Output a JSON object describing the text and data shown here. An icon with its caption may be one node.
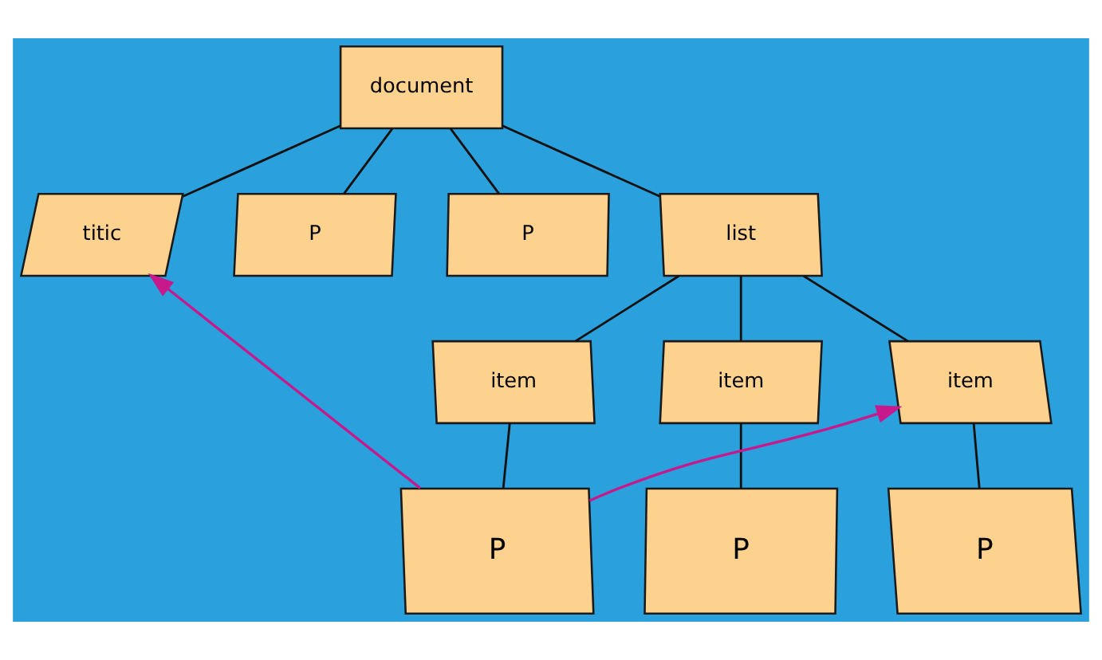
{
  "diagram": {
    "nodes": [
      {
        "text": [
          "document"
        ]
      },
      {
        "text": [
          "titic"
        ]
      },
      {
        "text": [
          "P"
        ]
      },
      {
        "text": [
          "P"
        ]
      },
      {
        "text": [
          "list"
        ]
      },
      {
        "text": [
          "item"
        ]
      },
      {
        "text": [
          "item"
        ]
      },
      {
        "text": [
          "item"
        ]
      },
      {
        "text": [
          "P"
        ]
      },
      {
        "text": [
          "P"
        ]
      },
      {
        "text": [
          "P"
        ]
      }
    ],
    "edges": [
      {
        "from": 0,
        "to": 1,
        "arrow": "none"
      },
      {
        "from": 0,
        "to": 2,
        "arrow": "none"
      },
      {
        "from": 0,
        "to": 3,
        "arrow": "none"
      },
      {
        "from": 0,
        "to": 4,
        "arrow": "none"
      },
      {
        "from": 4,
        "to": 5,
        "arrow": "none"
      },
      {
        "from": 4,
        "to": 6,
        "arrow": "none"
      },
      {
        "from": 4,
        "to": 7,
        "arrow": "none"
      },
      {
        "from": 5,
        "to": 8,
        "arrow": "none"
      },
      {
        "from": 6,
        "to": 9,
        "arrow": "none"
      },
      {
        "from": 7,
        "to": 10,
        "arrow": "none"
      },
      {
        "from": 9,
        "to": 1,
        "arrow": "to",
        "color": "#c8198c"
      },
      {
        "from": 9,
        "to": 7,
        "arrow": "to",
        "color": "#c8198c"
      }
    ]
  }
}
